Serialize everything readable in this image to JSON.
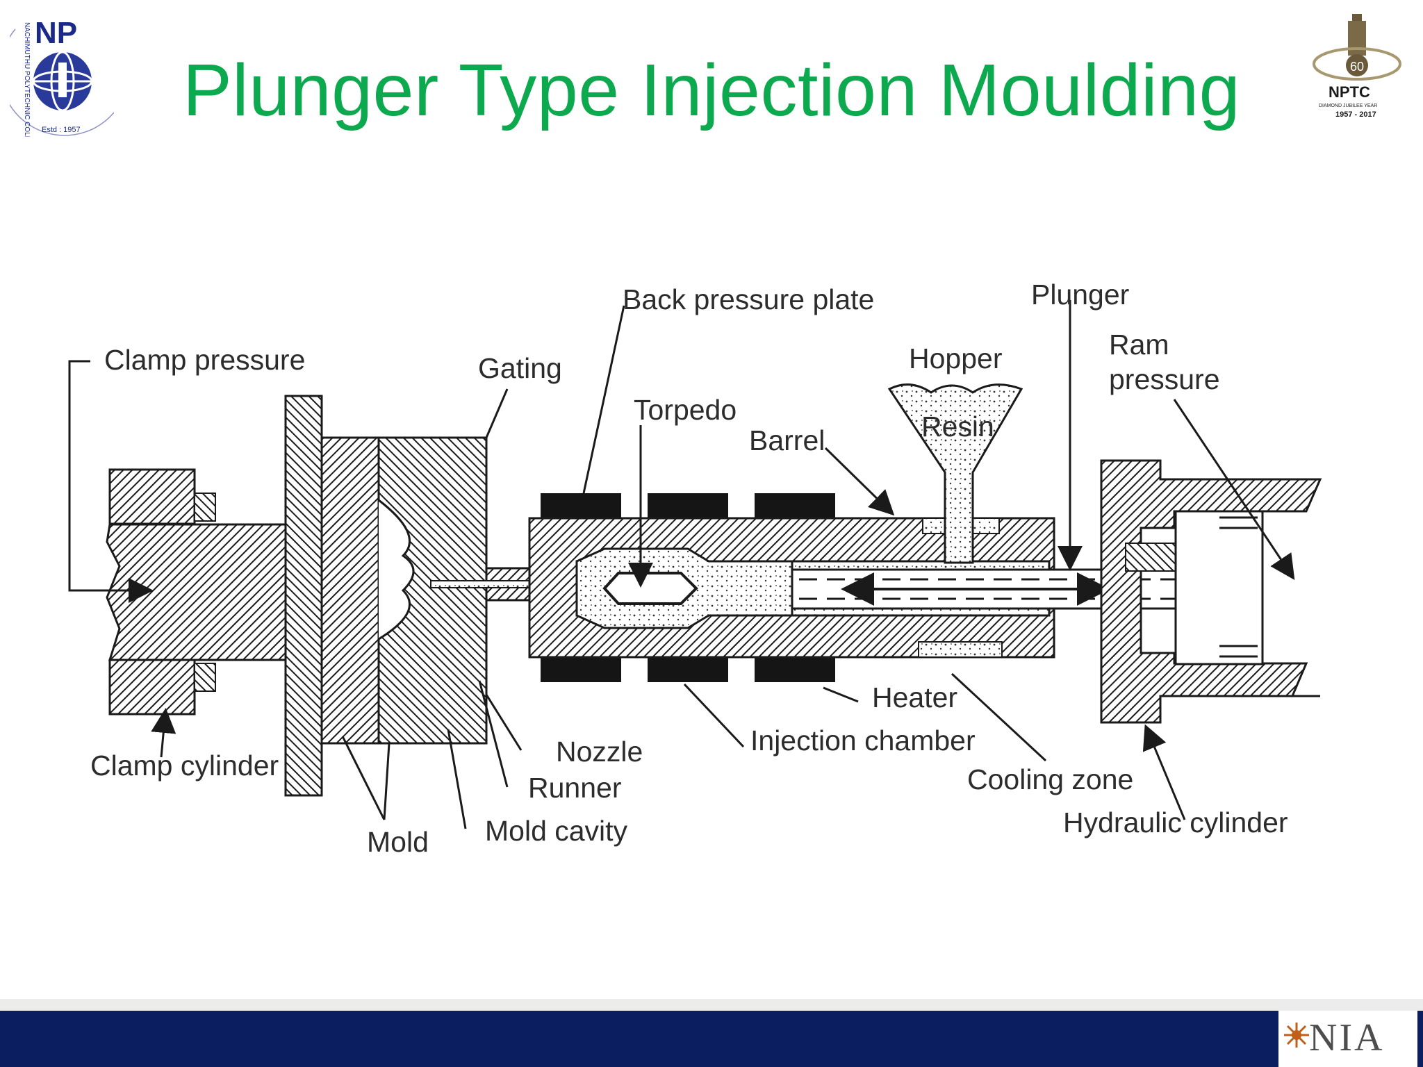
{
  "title": "Plunger Type Injection Moulding",
  "logo_left": {
    "initials": "NP",
    "ring_text": "NACHIMUTHU POLYTECHNIC COLLEGE POLLACHI",
    "established": "Estd : 1957"
  },
  "logo_right": {
    "number": "60",
    "name": "NPTC",
    "subtitle": "DIAMOND JUBILEE YEAR",
    "years": "1957 - 2017"
  },
  "footer": {
    "brand": "NIA"
  },
  "diagram": {
    "labels": {
      "clamp_pressure": "Clamp pressure",
      "gating": "Gating",
      "back_pressure_plate": "Back pressure plate",
      "torpedo": "Torpedo",
      "barrel": "Barrel",
      "hopper": "Hopper",
      "resin": "Resin",
      "plunger": "Plunger",
      "ram": "Ram",
      "pressure": "pressure",
      "clamp_cylinder": "Clamp cylinder",
      "mold": "Mold",
      "mold_cavity": "Mold cavity",
      "runner": "Runner",
      "nozzle": "Nozzle",
      "injection_chamber": "Injection chamber",
      "heater": "Heater",
      "cooling_zone": "Cooling zone",
      "hydraulic_cylinder": "Hydraulic cylinder"
    }
  },
  "colors": {
    "title": "#0ca94e",
    "footer_band": "#0b1e60",
    "logo_blue": "#1b2a8a"
  }
}
